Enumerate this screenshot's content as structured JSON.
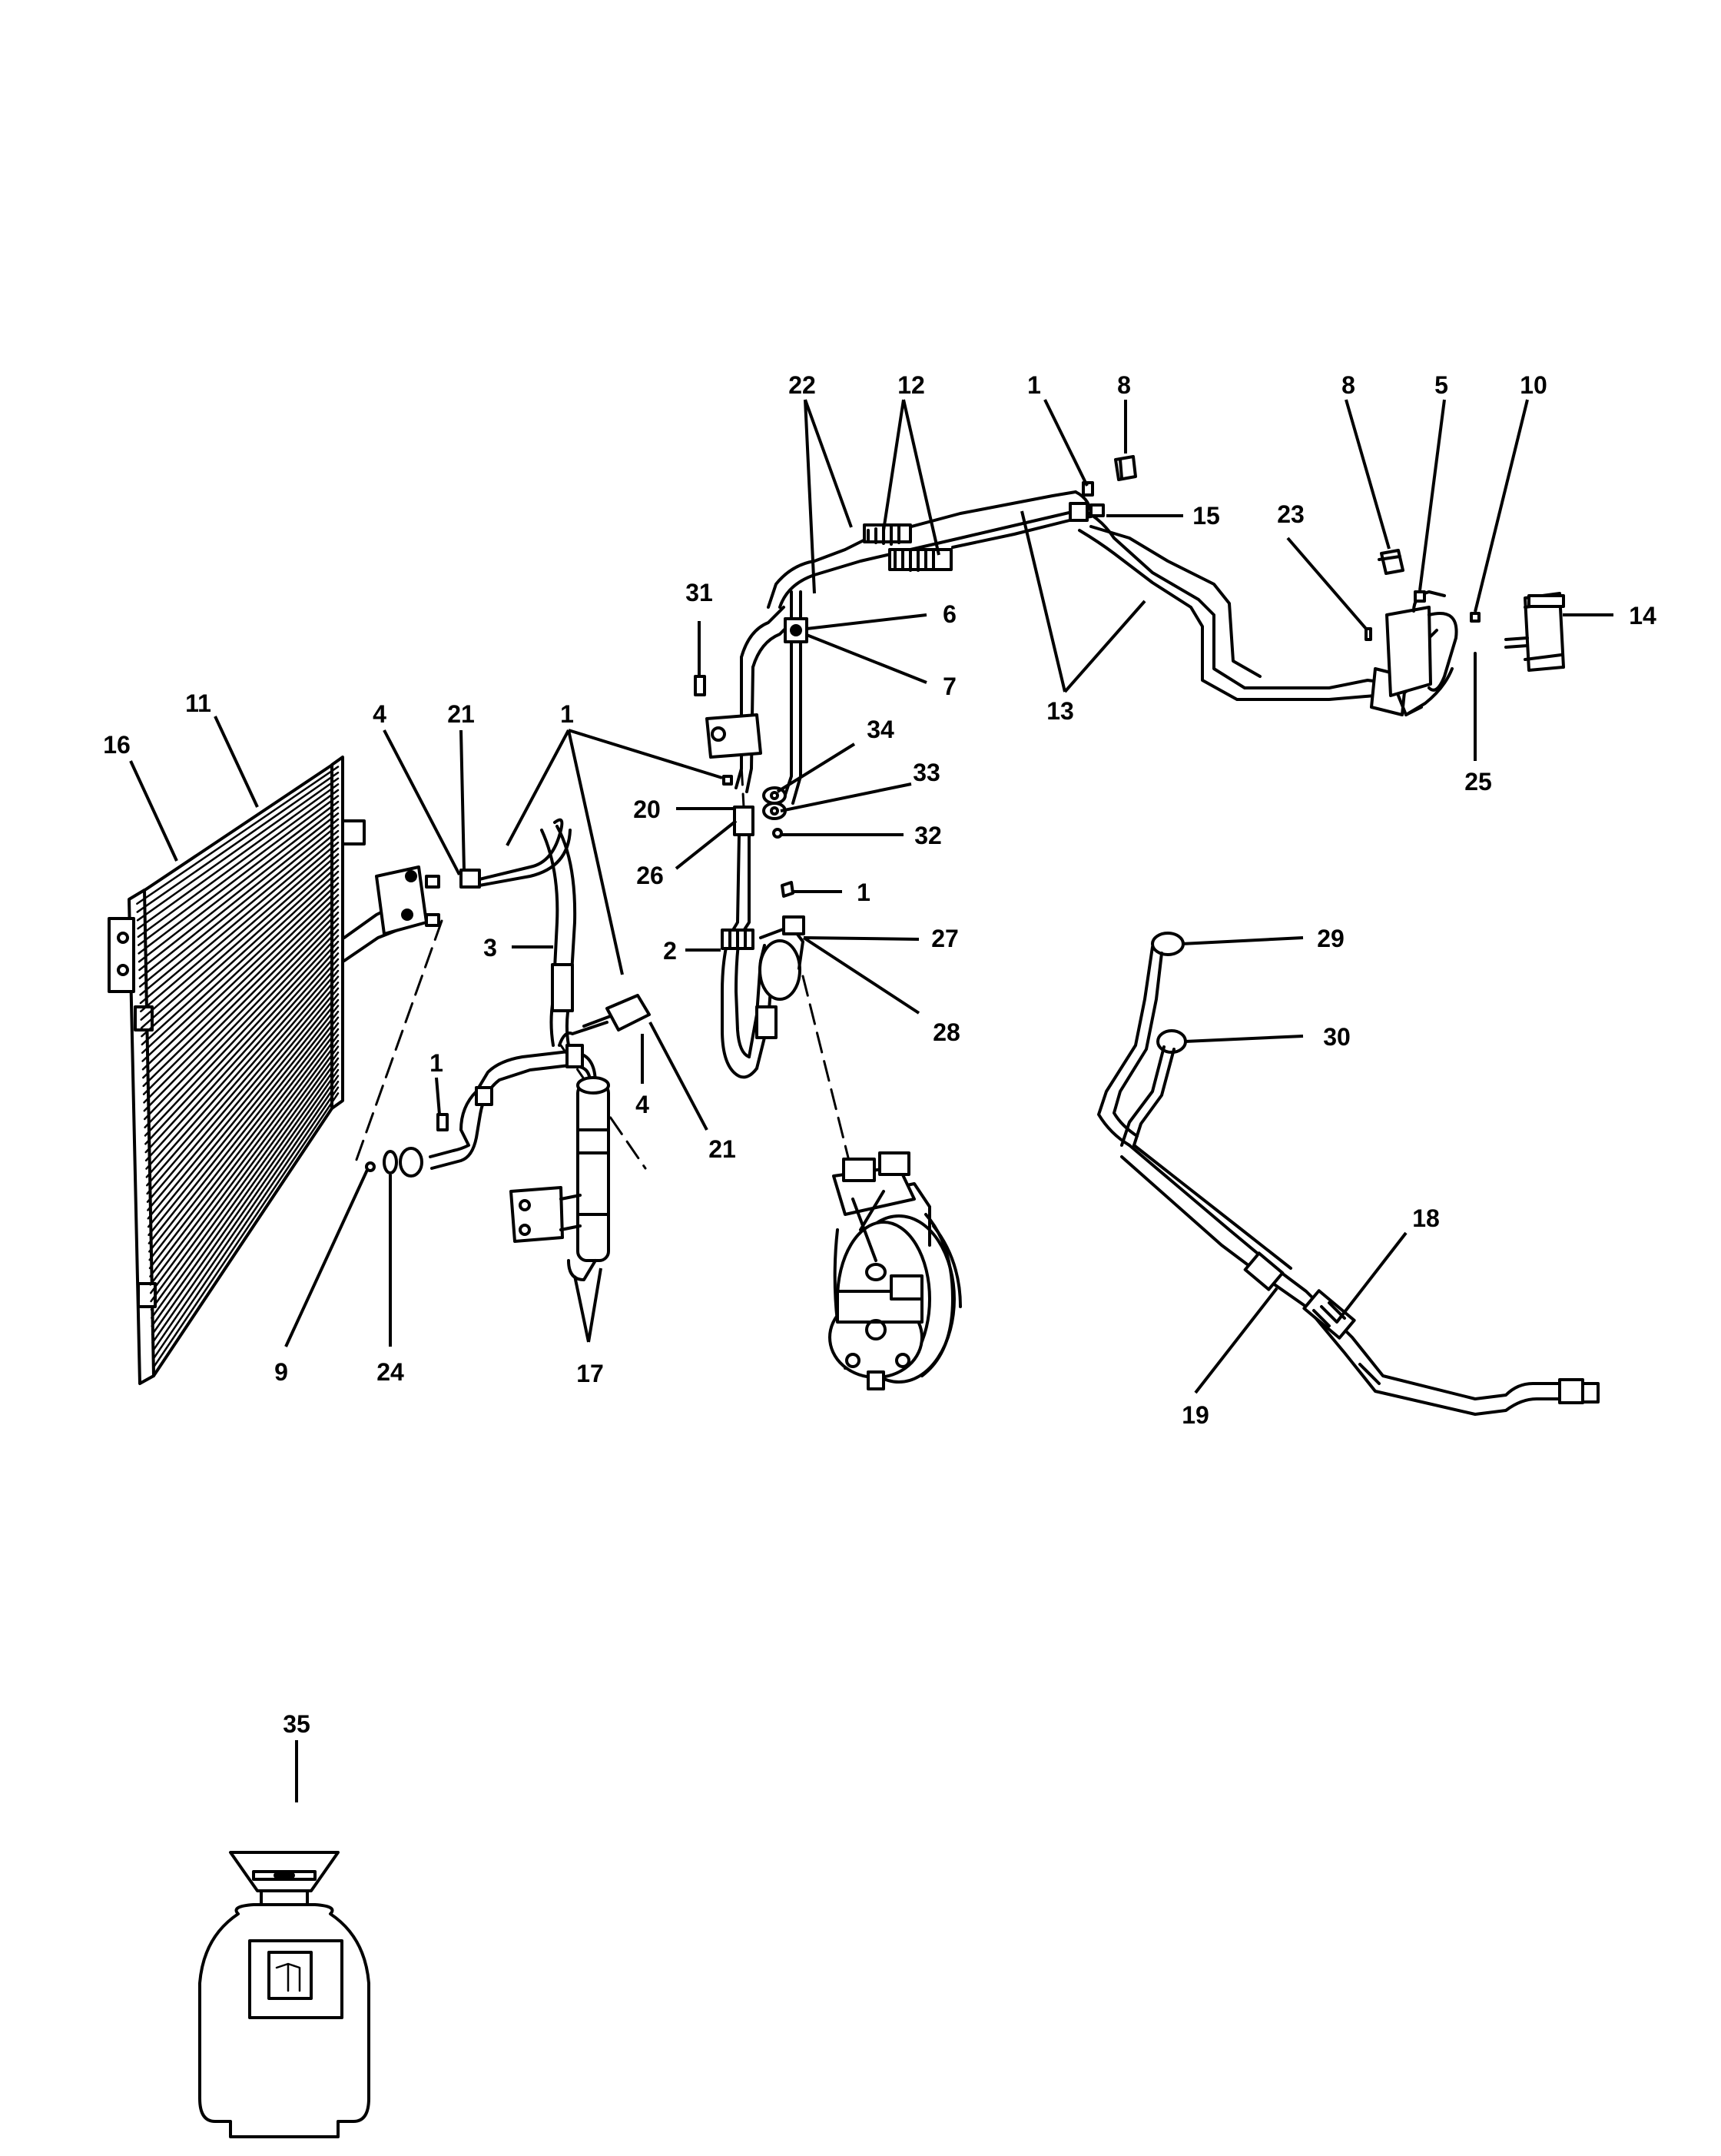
{
  "diagram": {
    "callouts": [
      {
        "id": "c22",
        "label": "22"
      },
      {
        "id": "c12",
        "label": "12"
      },
      {
        "id": "c1a",
        "label": "1"
      },
      {
        "id": "c8a",
        "label": "8"
      },
      {
        "id": "c8b",
        "label": "8"
      },
      {
        "id": "c5",
        "label": "5"
      },
      {
        "id": "c10",
        "label": "10"
      },
      {
        "id": "c15",
        "label": "15"
      },
      {
        "id": "c23",
        "label": "23"
      },
      {
        "id": "c14",
        "label": "14"
      },
      {
        "id": "c31",
        "label": "31"
      },
      {
        "id": "c6",
        "label": "6"
      },
      {
        "id": "c7",
        "label": "7"
      },
      {
        "id": "c13",
        "label": "13"
      },
      {
        "id": "c25",
        "label": "25"
      },
      {
        "id": "c11",
        "label": "11"
      },
      {
        "id": "c16",
        "label": "16"
      },
      {
        "id": "c4a",
        "label": "4"
      },
      {
        "id": "c21a",
        "label": "21"
      },
      {
        "id": "c1b",
        "label": "1"
      },
      {
        "id": "c34",
        "label": "34"
      },
      {
        "id": "c33",
        "label": "33"
      },
      {
        "id": "c20",
        "label": "20"
      },
      {
        "id": "c32",
        "label": "32"
      },
      {
        "id": "c26",
        "label": "26"
      },
      {
        "id": "c1c",
        "label": "1"
      },
      {
        "id": "c3",
        "label": "3"
      },
      {
        "id": "c2",
        "label": "2"
      },
      {
        "id": "c27",
        "label": "27"
      },
      {
        "id": "c28",
        "label": "28"
      },
      {
        "id": "c29",
        "label": "29"
      },
      {
        "id": "c30",
        "label": "30"
      },
      {
        "id": "c1d",
        "label": "1"
      },
      {
        "id": "c4b",
        "label": "4"
      },
      {
        "id": "c21b",
        "label": "21"
      },
      {
        "id": "c18",
        "label": "18"
      },
      {
        "id": "c9",
        "label": "9"
      },
      {
        "id": "c24",
        "label": "24"
      },
      {
        "id": "c17",
        "label": "17"
      },
      {
        "id": "c19",
        "label": "19"
      },
      {
        "id": "c35",
        "label": "35"
      }
    ]
  }
}
